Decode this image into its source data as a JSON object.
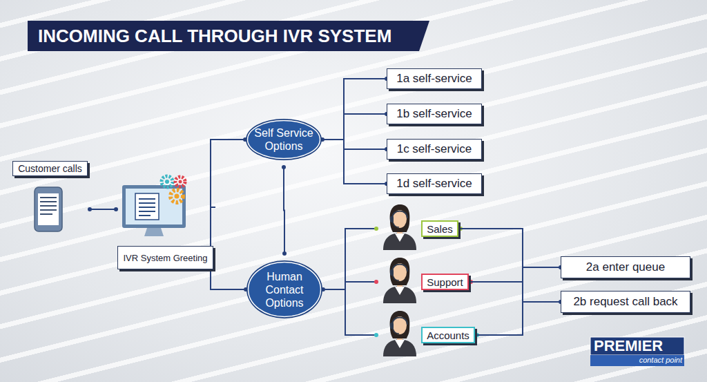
{
  "diagram": {
    "title": "INCOMING CALL THROUGH IVR SYSTEM",
    "nodes": [
      {
        "text": [
          "Customer calls"
        ]
      },
      {
        "text": [
          "IVR System Greeting"
        ]
      },
      {
        "text": [
          "Self Service Options"
        ]
      },
      {
        "text": [
          "Human Contact Options"
        ]
      },
      {
        "text": [
          "1a self-service"
        ]
      },
      {
        "text": [
          "1b self-service"
        ]
      },
      {
        "text": [
          "1c self-service"
        ]
      },
      {
        "text": [
          "1d self-service"
        ]
      },
      {
        "text": [
          "Sales"
        ]
      },
      {
        "text": [
          "Support"
        ]
      },
      {
        "text": [
          "Accounts"
        ]
      },
      {
        "text": [
          "2a enter queue"
        ]
      },
      {
        "text": [
          "2b request call back"
        ]
      }
    ],
    "edges": [
      {
        "from": 0,
        "to": 1,
        "arrow": "none"
      },
      {
        "from": 1,
        "to": 2,
        "arrow": "none"
      },
      {
        "from": 1,
        "to": 3,
        "arrow": "none"
      },
      {
        "from": 2,
        "to": 3,
        "arrow": "none"
      },
      {
        "from": 2,
        "to": 4,
        "arrow": "none"
      },
      {
        "from": 2,
        "to": 5,
        "arrow": "none"
      },
      {
        "from": 2,
        "to": 6,
        "arrow": "none"
      },
      {
        "from": 2,
        "to": 7,
        "arrow": "none"
      },
      {
        "from": 3,
        "to": 8,
        "arrow": "none"
      },
      {
        "from": 3,
        "to": 9,
        "arrow": "none"
      },
      {
        "from": 3,
        "to": 10,
        "arrow": "none"
      },
      {
        "from": 8,
        "to": 11,
        "arrow": "none"
      },
      {
        "from": 8,
        "to": 12,
        "arrow": "none"
      },
      {
        "from": 9,
        "to": 11,
        "arrow": "none"
      },
      {
        "from": 9,
        "to": 12,
        "arrow": "none"
      },
      {
        "from": 10,
        "to": 11,
        "arrow": "none"
      },
      {
        "from": 10,
        "to": 12,
        "arrow": "none"
      }
    ],
    "labels": [
      "PREMIER",
      "contact point"
    ]
  }
}
